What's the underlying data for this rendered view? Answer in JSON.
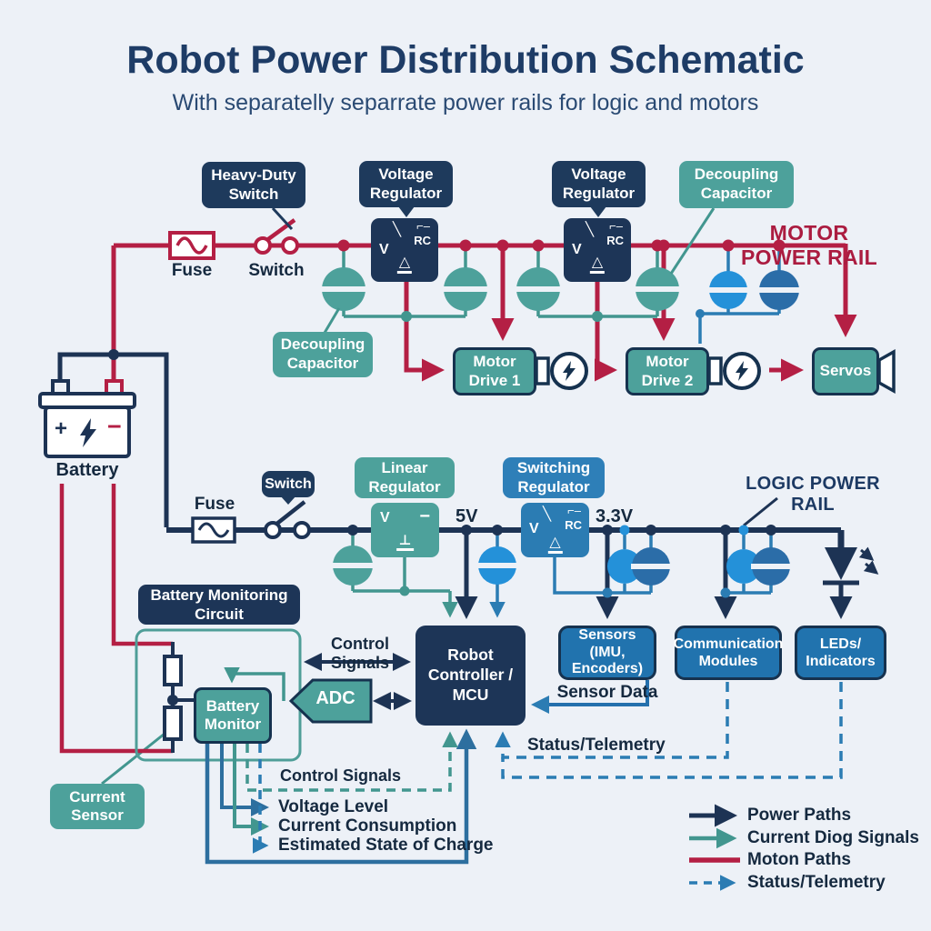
{
  "header": {
    "title": "Robot Power Distribution Schematic",
    "subtitle": "With separatelly separrate power rails for logic and motors"
  },
  "colors": {
    "background": "#edf1f7",
    "navy": "#1d3354",
    "crimson": "#b41f44",
    "teal": "#42968f",
    "blue": "#2b7cb3",
    "light_blue": "#2491d9"
  },
  "callouts": {
    "heavy_duty_switch": "Heavy-Duty\nSwitch",
    "voltage_regulator_1": "Voltage\nRegulator",
    "voltage_regulator_2": "Voltage\nRegulator",
    "decoupling_capacitor_top": "Decoupling\nCapacitor",
    "decoupling_capacitor_left": "Decoupling\nCapacitor",
    "switch_logic": "Switch",
    "linear_regulator": "Linear\nRegulator",
    "switching_regulator": "Switching\nRegulator"
  },
  "rails": {
    "motor": "MOTOR POWER RAIL",
    "logic": "LOGIC POWER RAIL",
    "v5": "5V",
    "v33": "3.3V"
  },
  "labels": {
    "fuse_motor": "Fuse",
    "switch_motor": "Switch",
    "fuse_logic": "Fuse",
    "battery": "Battery",
    "control_signals_top": "Control Signals",
    "sensor_data": "Sensor Data",
    "status_telemetry": "Status/Telemetry",
    "control_signals_bottom": "Control Signals",
    "voltage_level": "Voltage Level",
    "current_consumption": "Current Consumption",
    "estimated_soc": "Estimated State of Charge"
  },
  "components": {
    "motor_drive_1": "Motor\nDrive 1",
    "motor_drive_2": "Motor\nDrive 2",
    "servos": "Servos",
    "battery_monitoring_circuit": "Battery Monitoring\nCircuit",
    "battery_monitor": "Battery\nMonitor",
    "adc": "ADC",
    "current_sensor": "Current\nSensor",
    "mcu": "Robot\nController /\nMCU",
    "sensors": "Sensors\n(IMU,\nEncoders)",
    "comm_modules": "Communication\nModules",
    "leds": "LEDs/\nIndicators"
  },
  "glyphs": {
    "v": "V",
    "rc": "RC",
    "slash": "╲",
    "hook": "⌐–",
    "minus": "−",
    "triangle": "△",
    "ground": "⊥",
    "battery_plus": "+",
    "battery_minus": "−"
  },
  "legend": {
    "power_paths": "Power Paths",
    "current_signals": "Current Diog Signals",
    "motor_paths": "Moton Paths",
    "status_telemetry": "Status/Telemetry"
  }
}
